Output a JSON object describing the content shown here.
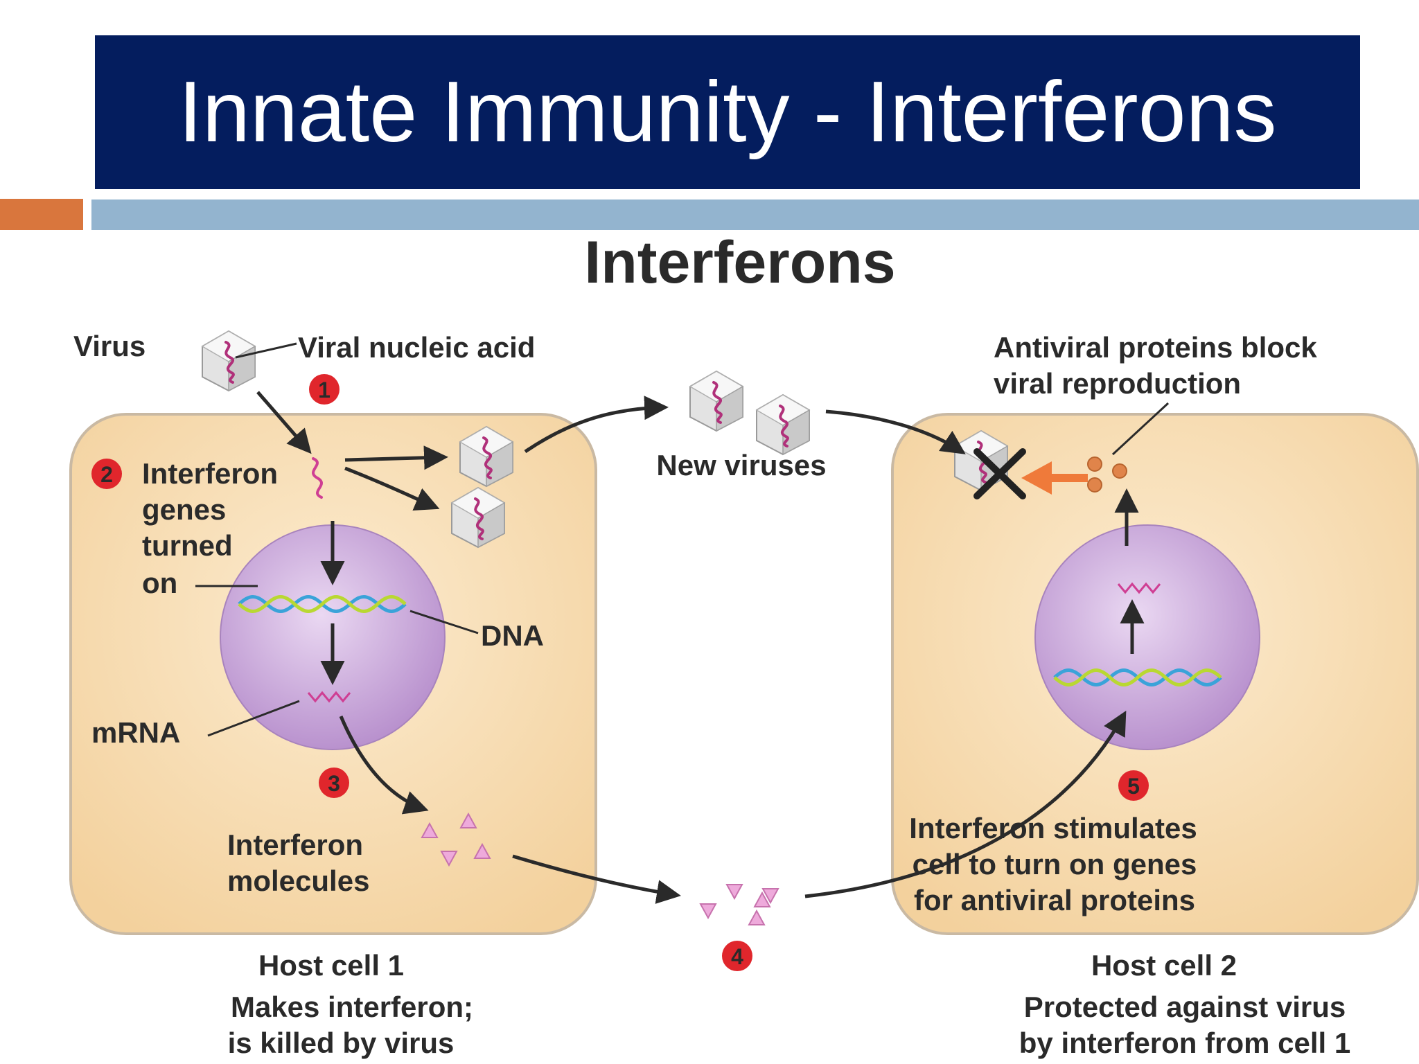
{
  "slide": {
    "title": "Innate Immunity - Interferons"
  },
  "diagram": {
    "heading": "Interferons",
    "labels": {
      "virus": "Virus",
      "viral_nucleic_acid": "Viral nucleic acid",
      "interferon_genes_1": "Interferon",
      "interferon_genes_2": "genes",
      "interferon_genes_3": "turned",
      "interferon_genes_4": "on",
      "dna": "DNA",
      "mrna": "mRNA",
      "interferon_molecules_1": "Interferon",
      "interferon_molecules_2": "molecules",
      "new_viruses": "New viruses",
      "antiviral_1": "Antiviral proteins block",
      "antiviral_2": "viral reproduction",
      "stimulates_1": "Interferon stimulates",
      "stimulates_2": "cell to turn on genes",
      "stimulates_3": "for antiviral proteins",
      "host1_title": "Host cell 1",
      "host1_desc_1": "Makes interferon;",
      "host1_desc_2": "is killed by virus",
      "host2_title": "Host cell 2",
      "host2_desc_1": "Protected against virus",
      "host2_desc_2": "by interferon from cell 1"
    },
    "steps": [
      "1",
      "2",
      "3",
      "4",
      "5"
    ],
    "colors": {
      "title_bar": "#041d5e",
      "accent_orange": "#d9763d",
      "accent_blue": "#93b4cf",
      "cell_fill": "#f6d9a9",
      "nucleus_fill": "#c7a3d8",
      "step_badge": "#e0262c",
      "interferon_molecule": "#e89bd0",
      "antiviral_protein": "#e0844a"
    }
  }
}
